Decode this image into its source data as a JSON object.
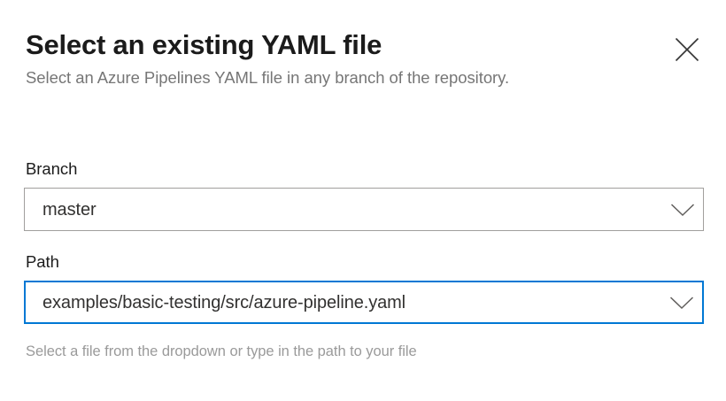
{
  "dialog": {
    "title": "Select an existing YAML file",
    "subtitle": "Select an Azure Pipelines YAML file in any branch of the repository.",
    "close_icon": "close-icon"
  },
  "form": {
    "branch": {
      "label": "Branch",
      "value": "master",
      "caret_icon": "chevron-down-icon",
      "focused": false
    },
    "path": {
      "label": "Path",
      "value": "examples/basic-testing/src/azure-pipeline.yaml",
      "caret_icon": "chevron-down-icon",
      "hint": "Select a file from the dropdown or type in the path to your file",
      "focused": true
    }
  },
  "colors": {
    "accent": "#0078d4",
    "border": "#a19f9d",
    "title_text": "#1b1b1b",
    "muted_text": "#767676",
    "hint_text": "#9a9a9a",
    "value_text": "#323130",
    "background": "#ffffff"
  }
}
